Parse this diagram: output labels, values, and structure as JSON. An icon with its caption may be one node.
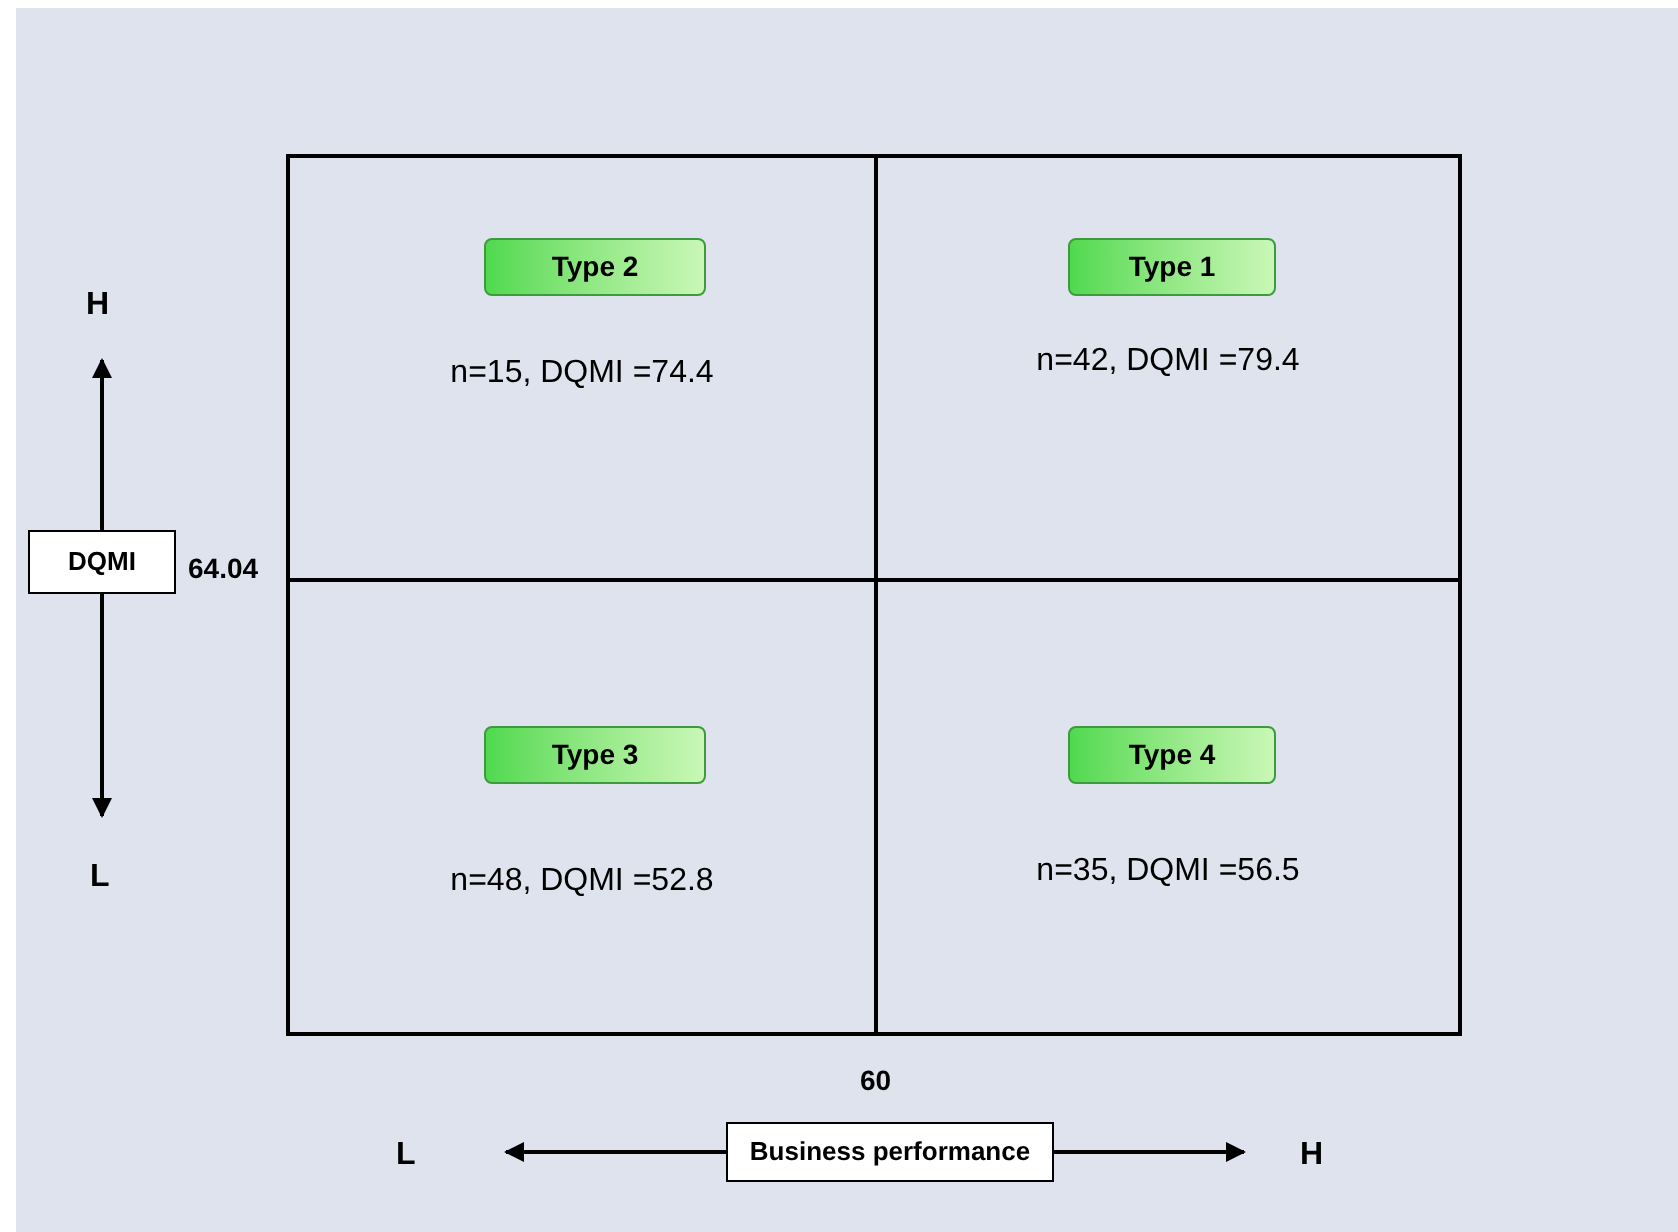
{
  "diagram": {
    "nodes": [
      {
        "text": [
          "n=15, DQMI =74.4"
        ]
      },
      {
        "text": [
          "Type 2"
        ],
        "in": 0
      },
      {
        "text": [
          "n=42, DQMI =79.4"
        ]
      },
      {
        "text": [
          "Type 1"
        ],
        "in": 2
      },
      {
        "text": [
          "n=48, DQMI =52.8"
        ]
      },
      {
        "text": [
          "Type 3"
        ],
        "in": 4
      },
      {
        "text": [
          "n=35, DQMI =56.5"
        ]
      },
      {
        "text": [
          "Type 4"
        ],
        "in": 6
      },
      {
        "text": [
          "DQMI"
        ]
      },
      {
        "text": [
          "Business performance"
        ]
      }
    ],
    "edges": [],
    "labels": [
      "H",
      "64.04",
      "L",
      "60",
      "L",
      "H"
    ]
  }
}
